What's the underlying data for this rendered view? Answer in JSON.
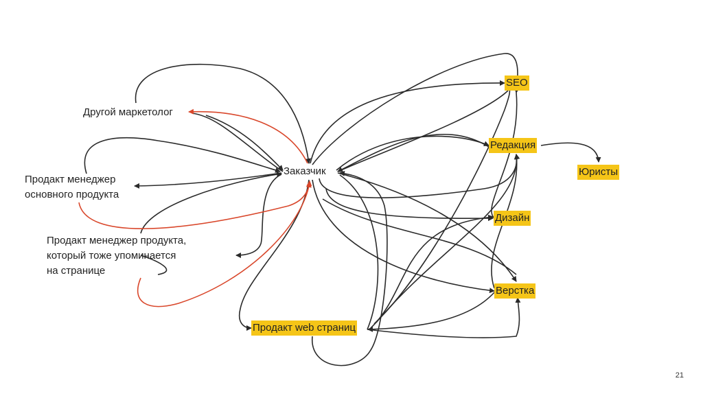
{
  "nodes": {
    "customer": "Заказчик",
    "other_marketer": "Другой маркетолог",
    "pm_main": [
      "Продакт менеджер",
      "основного продукта"
    ],
    "pm_other": [
      "Продакт менеджер продукта,",
      "который тоже упоминается",
      "на странице"
    ],
    "seo": "SEO",
    "editorial": "Редакция",
    "lawyers": "Юристы",
    "design": "Дизайн",
    "layout": "Верстка",
    "product_web": "Продакт web страниц"
  },
  "colors": {
    "highlight": "#f5c518",
    "edge": "#2a2a2a",
    "edge_red": "#d9472b"
  },
  "page_number": "21"
}
